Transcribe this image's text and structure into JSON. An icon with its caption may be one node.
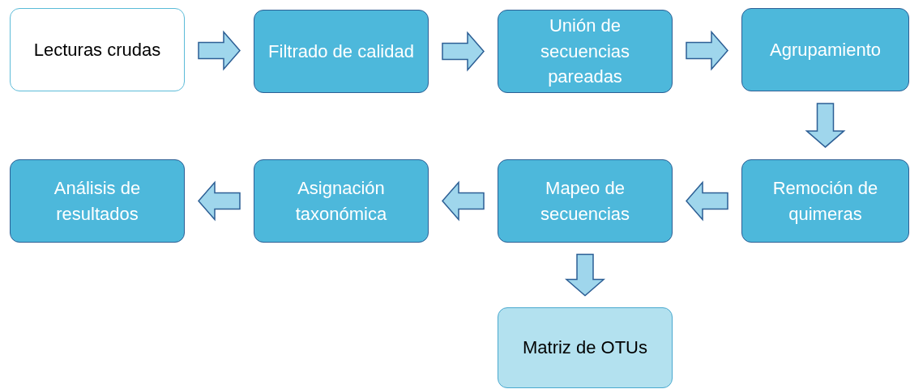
{
  "diagram": {
    "nodes": [
      {
        "text": [
          "Lecturas crudas"
        ]
      },
      {
        "text": [
          "Filtrado de calidad"
        ]
      },
      {
        "text": [
          "Unión de secuencias pareadas"
        ]
      },
      {
        "text": [
          "Agrupamiento"
        ]
      },
      {
        "text": [
          "Remoción de quimeras"
        ]
      },
      {
        "text": [
          "Mapeo de secuencias"
        ]
      },
      {
        "text": [
          "Asignación taxonómica"
        ]
      },
      {
        "text": [
          "Análisis de resultados"
        ]
      },
      {
        "text": [
          "Matriz de OTUs"
        ]
      }
    ],
    "edges": [
      {
        "from": 0,
        "to": 1,
        "arrow": "to"
      },
      {
        "from": 1,
        "to": 2,
        "arrow": "to"
      },
      {
        "from": 2,
        "to": 3,
        "arrow": "to"
      },
      {
        "from": 3,
        "to": 4,
        "arrow": "to"
      },
      {
        "from": 4,
        "to": 5,
        "arrow": "to"
      },
      {
        "from": 5,
        "to": 6,
        "arrow": "to"
      },
      {
        "from": 6,
        "to": 7,
        "arrow": "to"
      },
      {
        "from": 5,
        "to": 8,
        "arrow": "to"
      }
    ]
  }
}
